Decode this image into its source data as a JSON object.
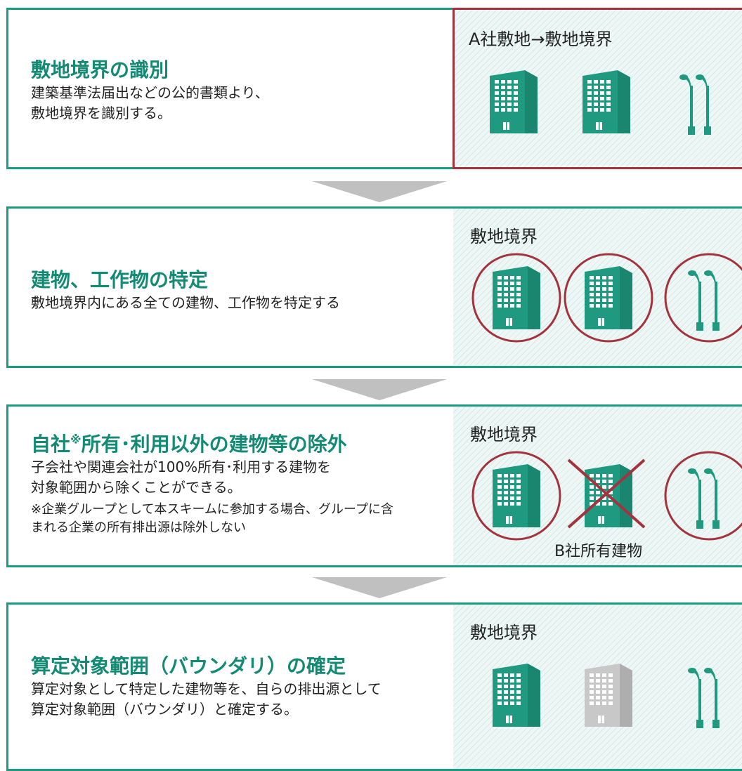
{
  "steps": [
    {
      "title": "敷地境界の識別",
      "description": "建築基準法届出などの公的書類より、\n敷地境界を識別する。",
      "panel_label": "A社敷地→敷地境界"
    },
    {
      "title": "建物、工作物の特定",
      "description": "敷地境界内にある全ての建物、工作物を特定する",
      "panel_label": "敷地境界"
    },
    {
      "title_pre": "自社",
      "title_mark": "※",
      "title_post": "所有･利用以外の建物等の除外",
      "description": "子会社や関連会社が100%所有･利用する建物を\n対象範囲から除くことができる。",
      "note": "※企業グループとして本スキームに参加する場合、グループに含\nまれる企業の所有排出源は除外しない",
      "panel_label": "敷地境界",
      "excluded_caption": "B社所有建物"
    },
    {
      "title": "算定対象範囲（バウンダリ）の確定",
      "description": "算定対象として特定した建物等を、自らの排出源として\n算定対象範囲（バウンダリ）と確定する。",
      "panel_label": "敷地境界"
    }
  ],
  "colors": {
    "accent_green": "#1a9c83",
    "building_green": "#1f9a80",
    "excluded_gray": "#c8c8c8",
    "marker_red": "#a3333d",
    "arrow_gray": "#c0c0c0"
  },
  "icons": [
    "building-icon",
    "street-lamp-icon",
    "circle-marker",
    "cross-mark",
    "down-arrow"
  ]
}
